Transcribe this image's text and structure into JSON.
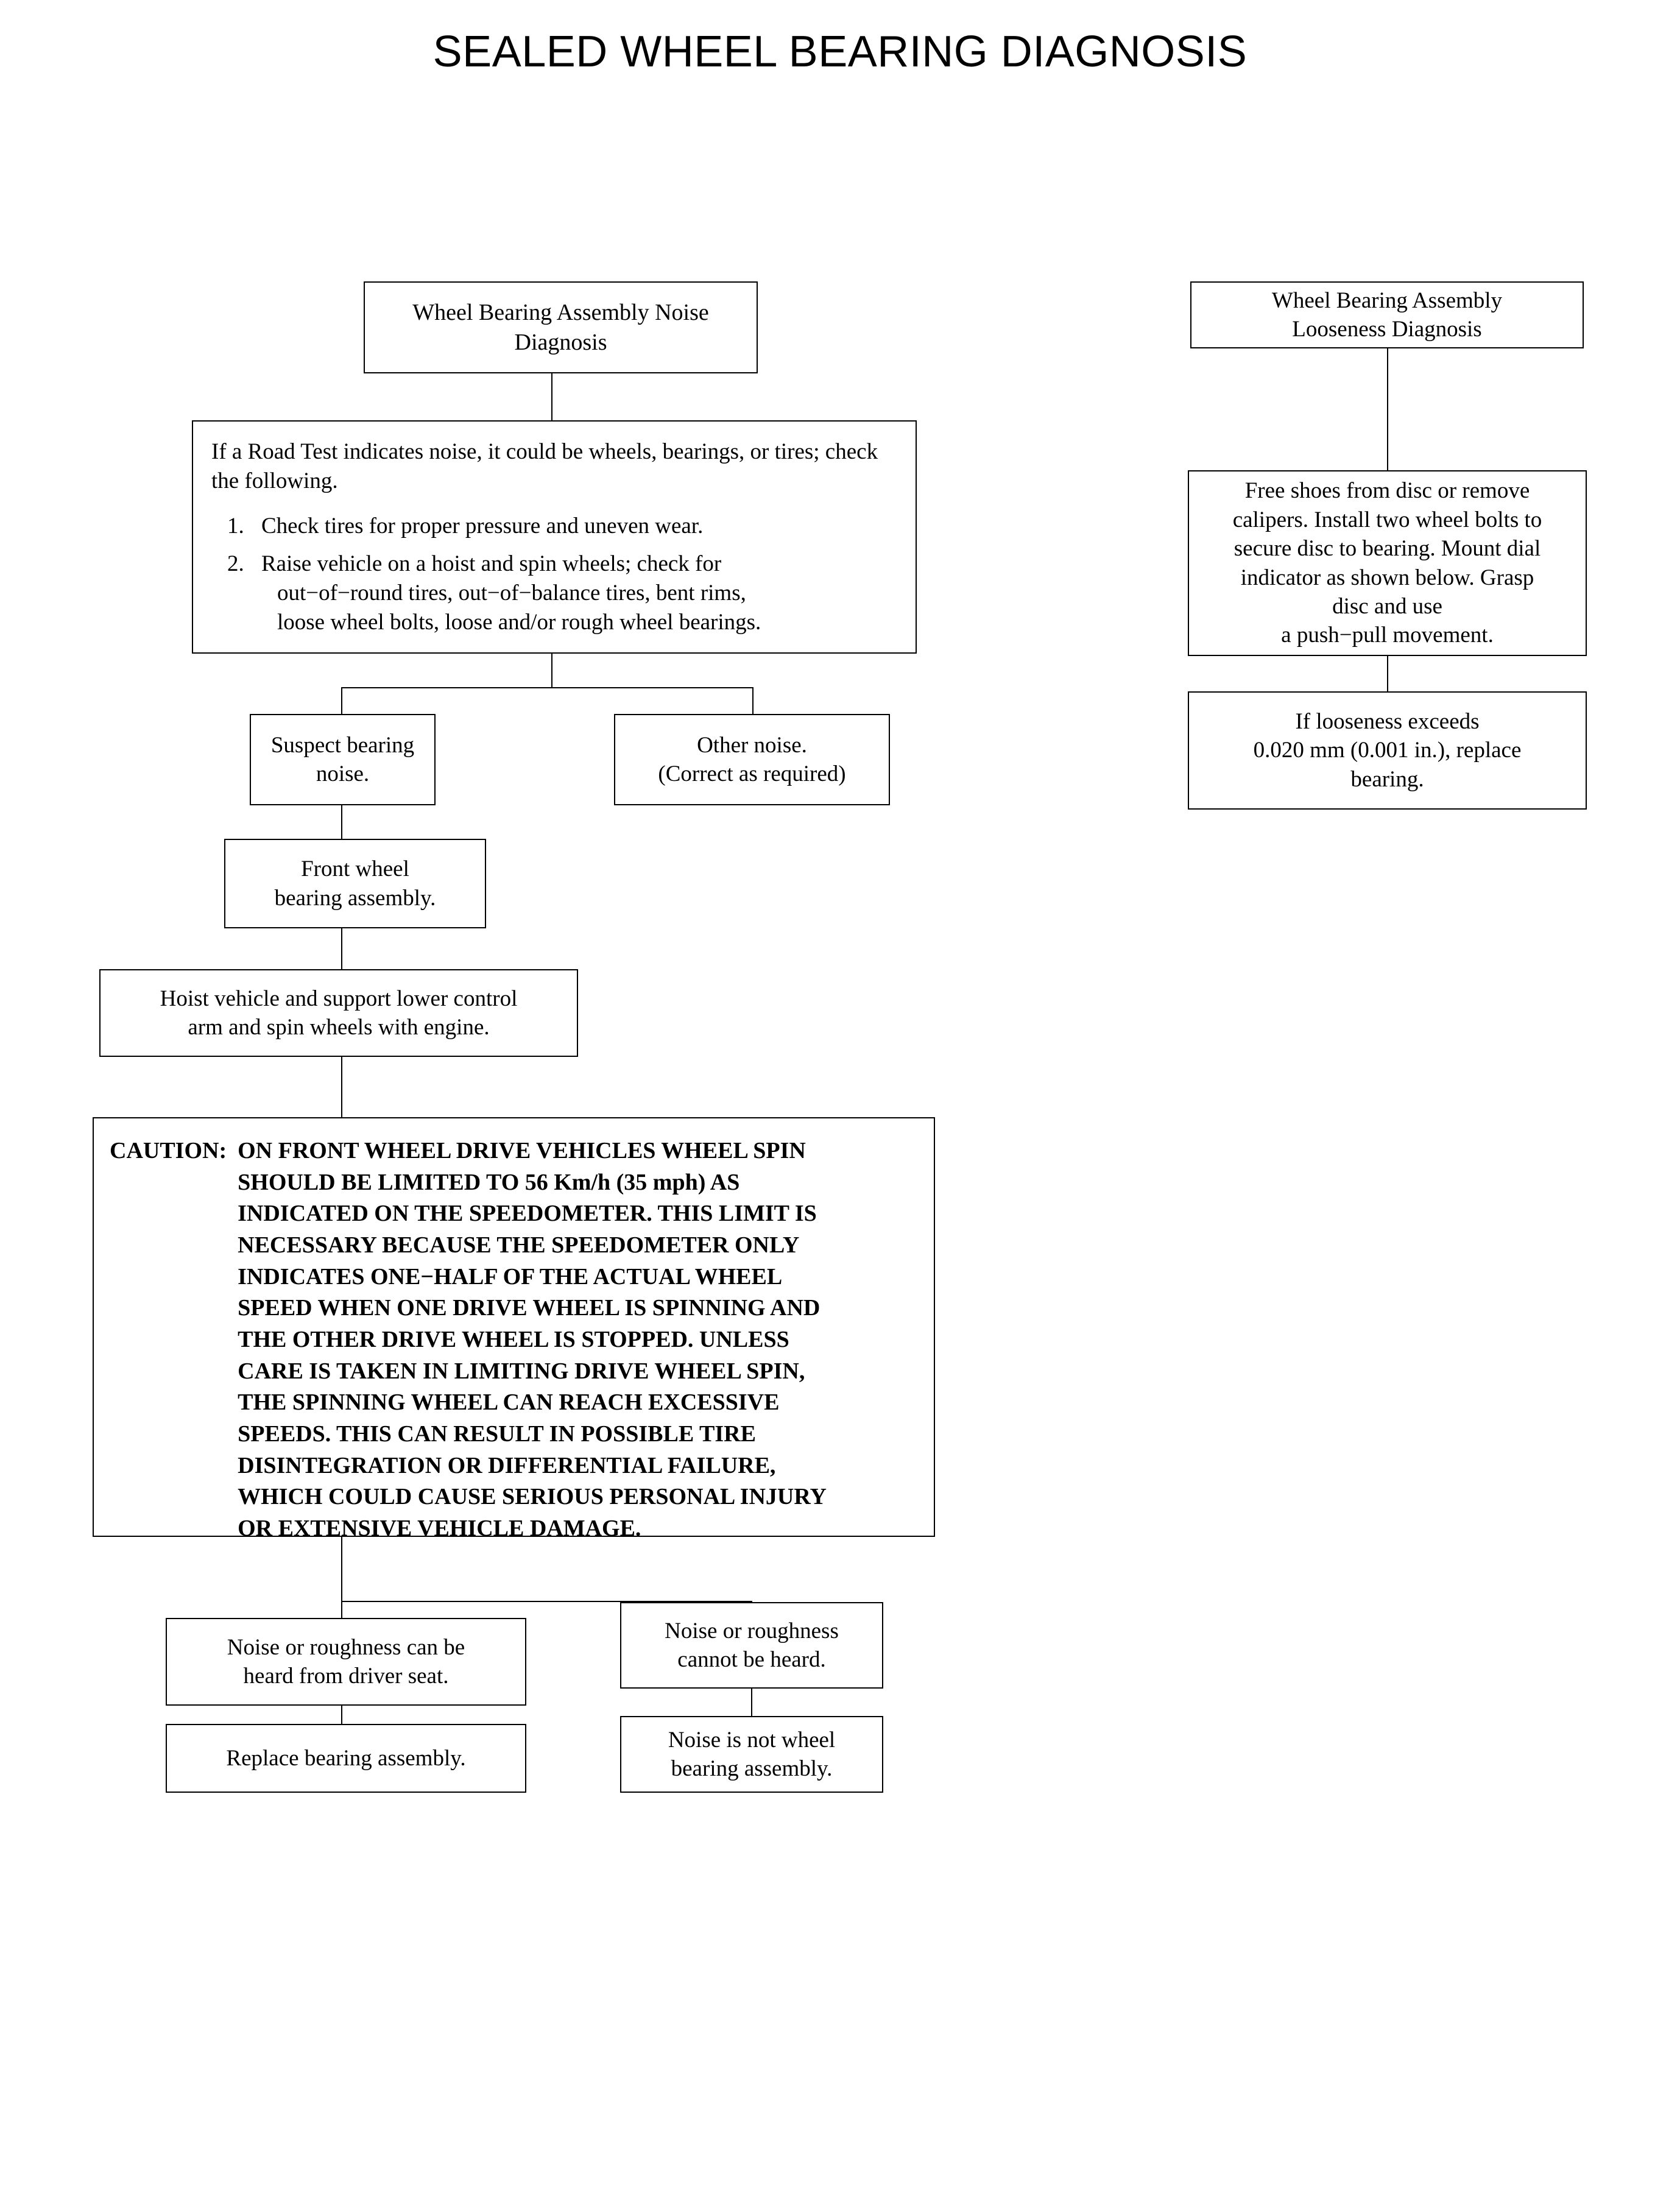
{
  "page": {
    "title": "SEALED WHEEL BEARING DIAGNOSIS"
  },
  "noise_branch": {
    "start": "Wheel Bearing Assembly Noise\nDiagnosis",
    "start_line1": "Wheel Bearing Assembly Noise",
    "start_line2": "Diagnosis",
    "road_test": {
      "intro": "If a Road Test indicates noise, it could be wheels, bearings, or tires; check the following.",
      "steps": [
        {
          "number": "1.",
          "lines": [
            "Check tires for proper pressure and uneven wear."
          ]
        },
        {
          "number": "2.",
          "lines": [
            "Raise vehicle on a hoist and spin wheels; check for",
            "out−of−round tires, out−of−balance tires, bent rims,",
            "loose wheel bolts, loose and/or rough wheel bearings."
          ]
        }
      ]
    },
    "suspect_bearing_noise": "Suspect bearing\nnoise.",
    "other_noise": "Other noise.\n(Correct as required)",
    "front_wheel_bearing_assembly": "Front wheel\nbearing assembly.",
    "hoist_vehicle": "Hoist vehicle and support lower control\narm and spin wheels with engine.",
    "caution": {
      "label": "CAUTION:",
      "lines": [
        "ON FRONT WHEEL DRIVE VEHICLES WHEEL SPIN",
        "SHOULD BE LIMITED TO 56 Km/h (35 mph) AS",
        "INDICATED ON THE SPEEDOMETER. THIS LIMIT IS",
        "NECESSARY BECAUSE THE SPEEDOMETER ONLY",
        "INDICATES ONE−HALF OF THE ACTUAL WHEEL",
        "SPEED WHEN ONE DRIVE WHEEL IS SPINNING AND",
        "THE OTHER DRIVE WHEEL IS STOPPED. UNLESS",
        "CARE IS TAKEN IN LIMITING DRIVE WHEEL SPIN,",
        "THE SPINNING WHEEL CAN REACH EXCESSIVE",
        "SPEEDS. THIS CAN RESULT IN POSSIBLE TIRE",
        "DISINTEGRATION OR DIFFERENTIAL FAILURE,",
        "WHICH COULD CAUSE SERIOUS PERSONAL INJURY",
        "OR EXTENSIVE VEHICLE DAMAGE."
      ]
    },
    "noise_heard": "Noise or roughness can be\nheard from driver seat.",
    "noise_not_heard": "Noise or roughness\ncannot be heard.",
    "replace_bearing": "Replace bearing assembly.",
    "not_wheel_bearing": "Noise is not wheel\nbearing assembly."
  },
  "looseness_branch": {
    "start": "Wheel Bearing Assembly\nLooseness Diagnosis",
    "procedure": "Free shoes from disc or remove calipers. Install two wheel bolts to secure disc to bearing. Mount dial indicator as shown below. Grasp disc and use\na push−pull movement.",
    "procedure_lines": [
      "Free shoes from disc or remove",
      "calipers. Install two wheel bolts to",
      "secure disc to bearing. Mount dial",
      "indicator as shown below. Grasp",
      "disc and use",
      "a push−pull movement."
    ],
    "result": "If looseness exceeds\n0.020 mm (0.001 in.), replace\nbearing.",
    "result_lines": [
      "If looseness exceeds",
      "0.020 mm (0.001 in.), replace",
      "bearing."
    ],
    "tolerance_mm": "0.020 mm",
    "tolerance_in": "0.001 in."
  },
  "colors": {
    "background": "#ffffff",
    "stroke": "#000000",
    "text": "#000000"
  }
}
